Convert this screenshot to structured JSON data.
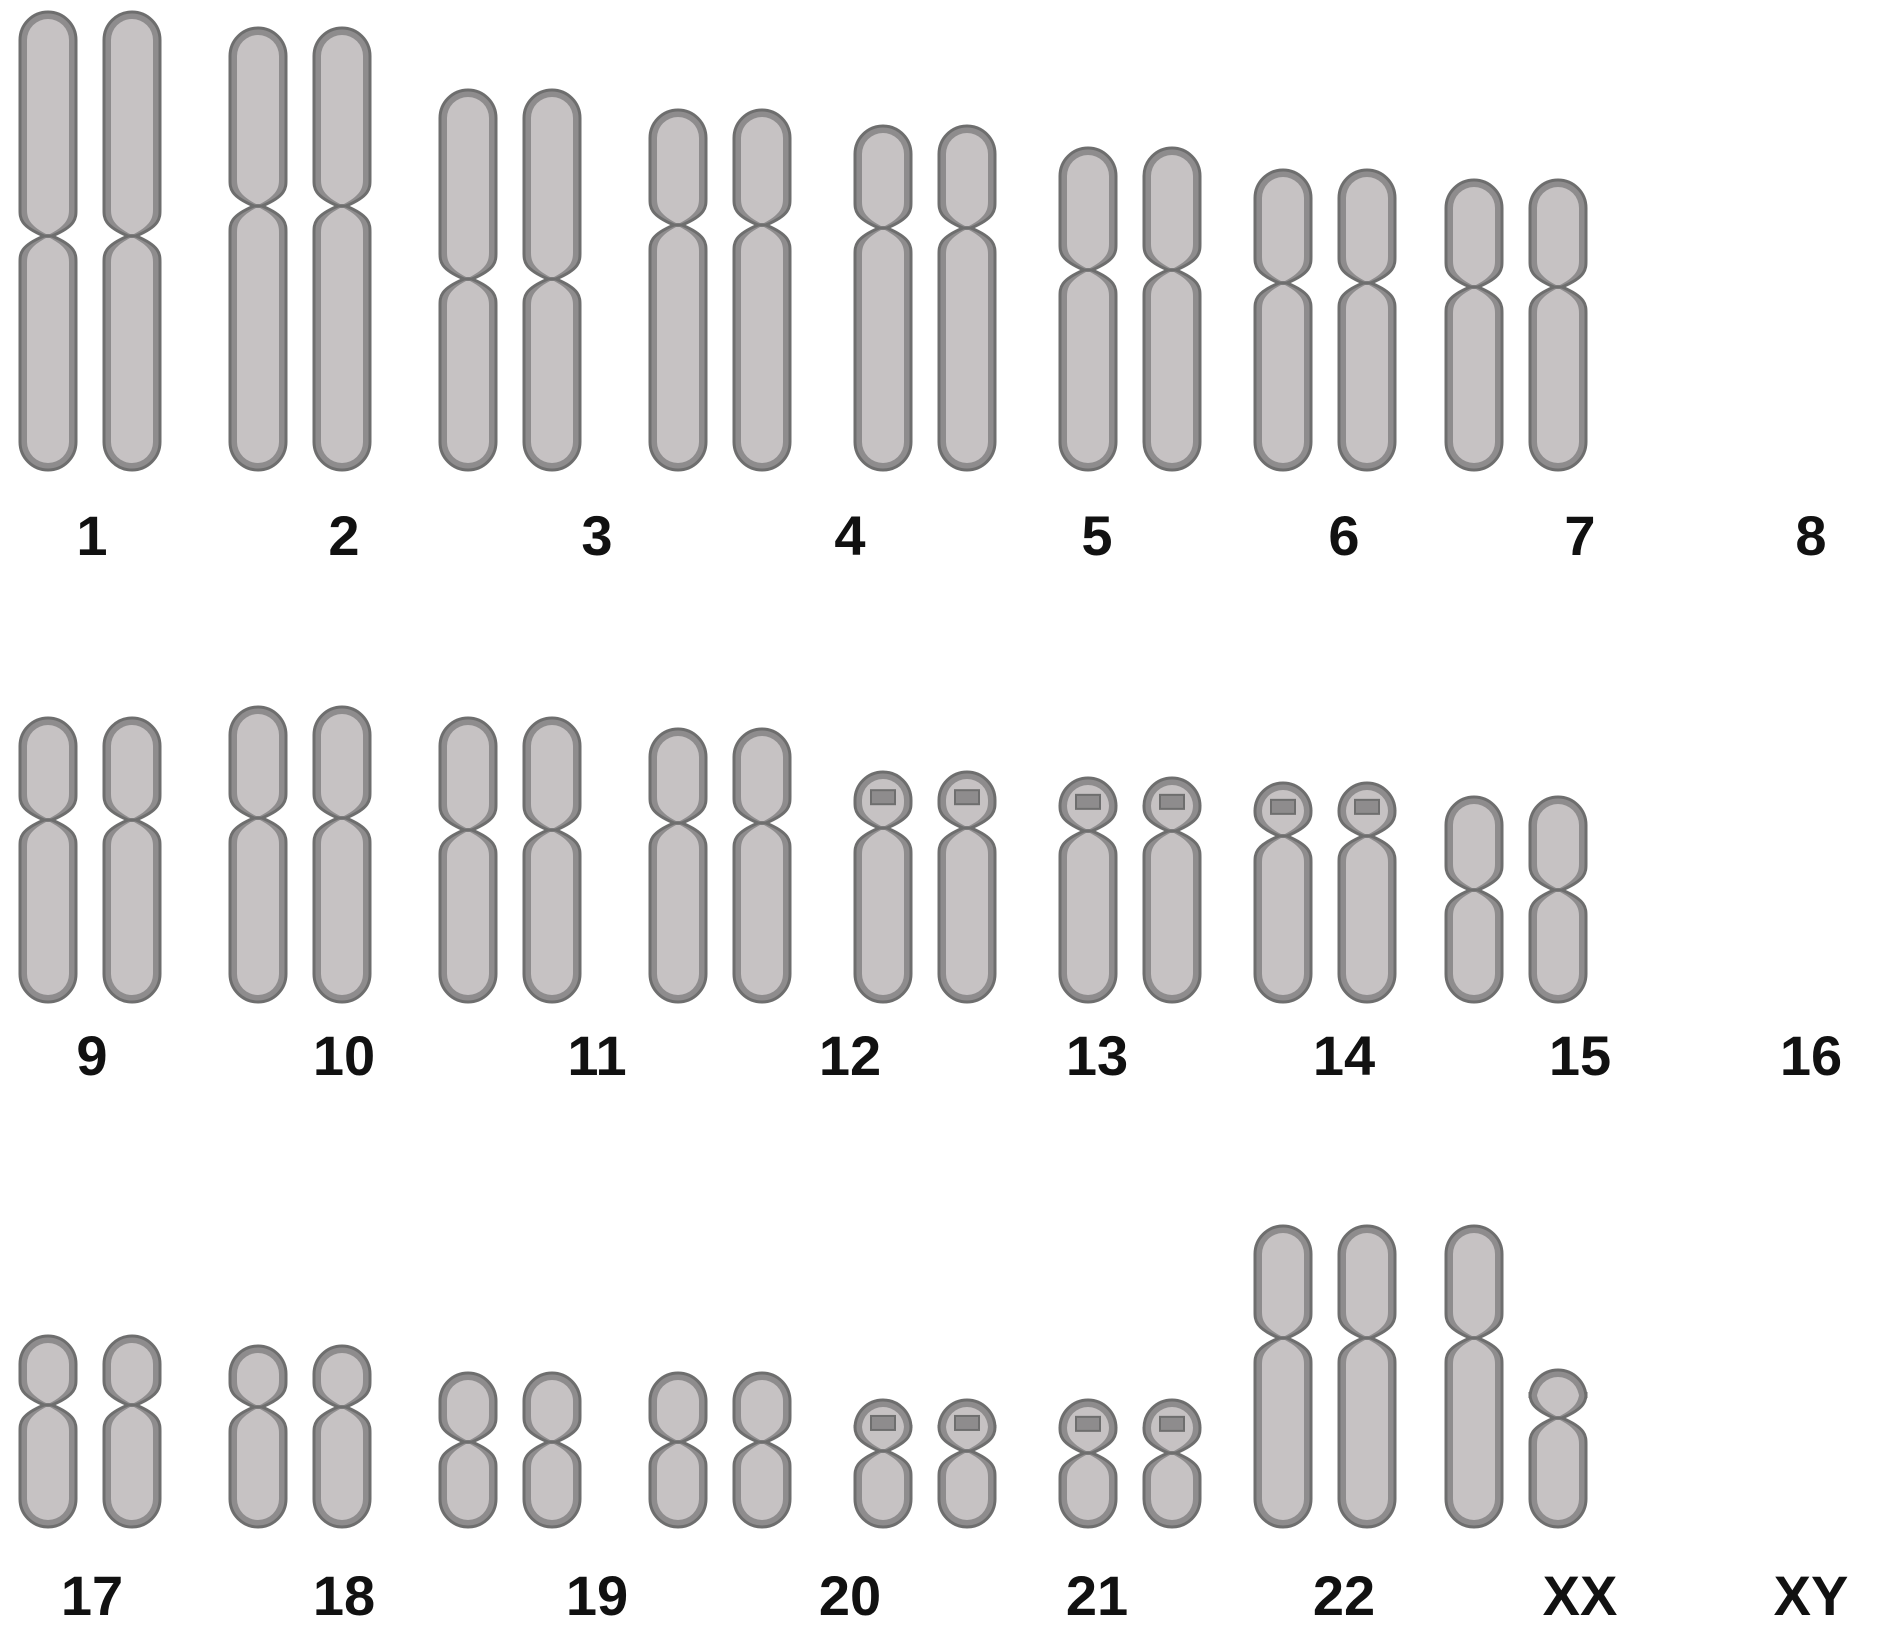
{
  "colors": {
    "background": "#ffffff",
    "chromosome_outline": "#6e6e6e",
    "chromosome_rim": "#8e8c8d",
    "chromosome_fill": "#c6c2c3",
    "label": "#111111"
  },
  "pairs": [
    {
      "label": "1",
      "type": "metacentric"
    },
    {
      "label": "2",
      "type": "submetacentric"
    },
    {
      "label": "3",
      "type": "metacentric"
    },
    {
      "label": "4",
      "type": "submetacentric"
    },
    {
      "label": "5",
      "type": "submetacentric"
    },
    {
      "label": "6",
      "type": "submetacentric"
    },
    {
      "label": "7",
      "type": "submetacentric"
    },
    {
      "label": "8",
      "type": "submetacentric"
    },
    {
      "label": "9",
      "type": "submetacentric"
    },
    {
      "label": "10",
      "type": "submetacentric"
    },
    {
      "label": "11",
      "type": "submetacentric"
    },
    {
      "label": "12",
      "type": "submetacentric"
    },
    {
      "label": "13",
      "type": "acrocentric"
    },
    {
      "label": "14",
      "type": "acrocentric"
    },
    {
      "label": "15",
      "type": "acrocentric"
    },
    {
      "label": "16",
      "type": "metacentric"
    },
    {
      "label": "17",
      "type": "submetacentric"
    },
    {
      "label": "18",
      "type": "submetacentric"
    },
    {
      "label": "19",
      "type": "metacentric"
    },
    {
      "label": "20",
      "type": "metacentric"
    },
    {
      "label": "21",
      "type": "acrocentric"
    },
    {
      "label": "22",
      "type": "acrocentric"
    },
    {
      "label": "XX",
      "type": "submetacentric"
    },
    {
      "label": "XY",
      "type": "sex-pair"
    }
  ]
}
